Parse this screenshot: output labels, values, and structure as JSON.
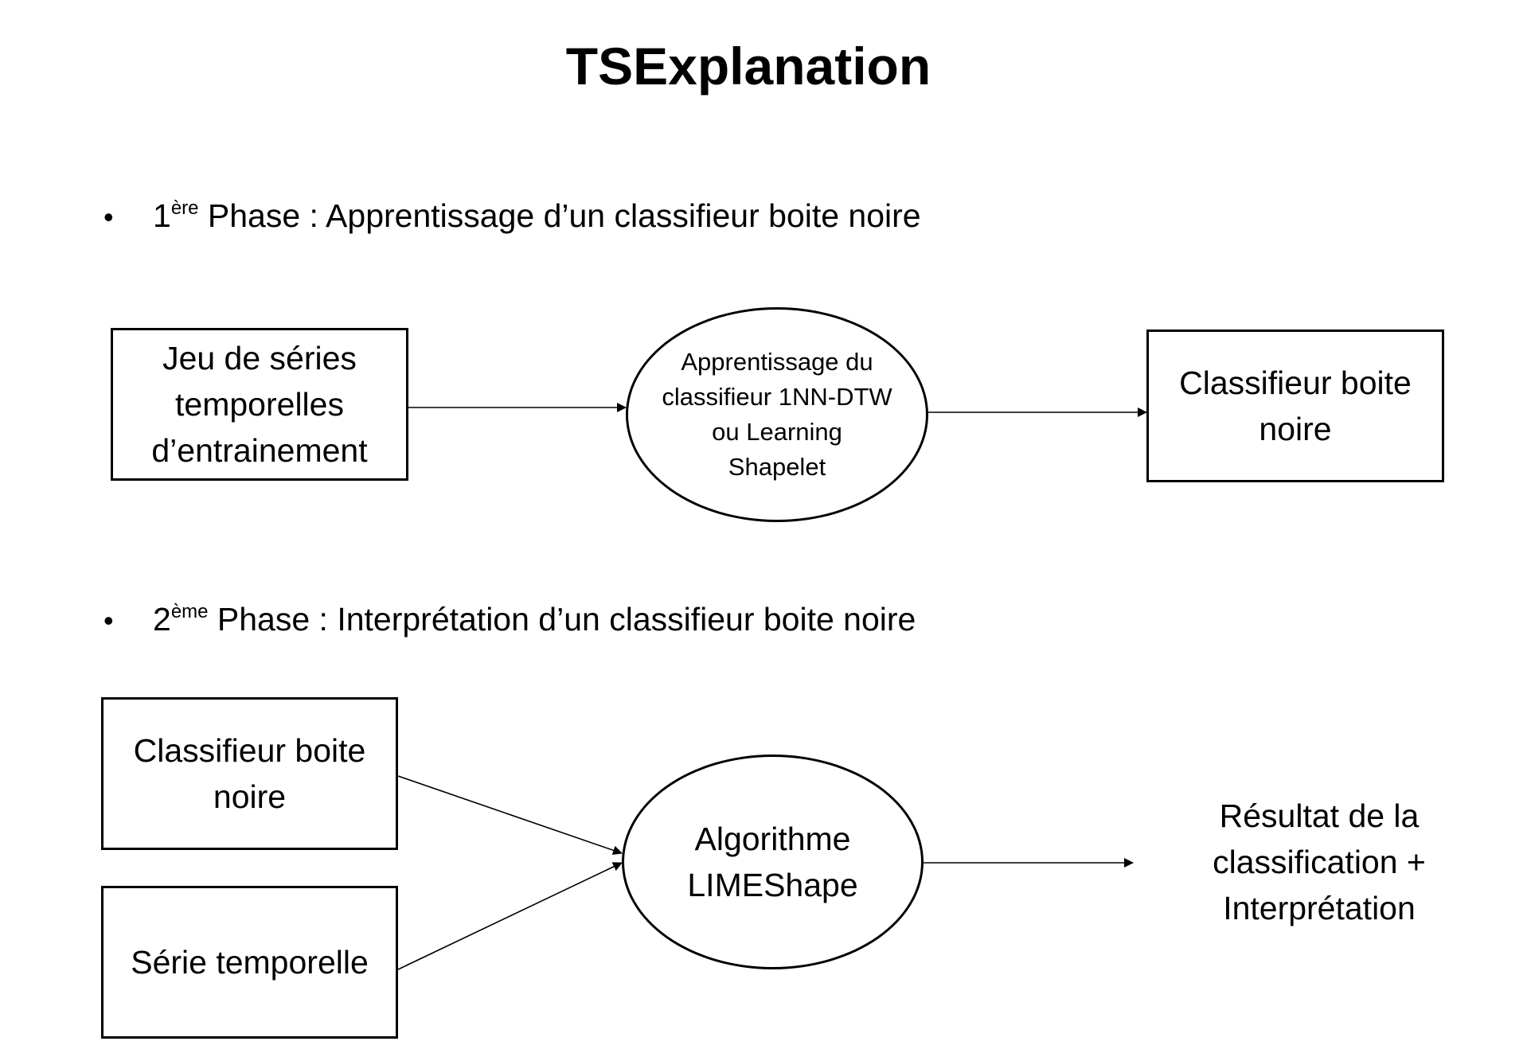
{
  "title": "TSExplanation",
  "phase1": {
    "bullet": "•",
    "number": "1",
    "superscript": "ère",
    "text": " Phase : Apprentissage d’un classifieur boite noire",
    "input_box": "Jeu de séries temporelles d’entrainement",
    "process": "Apprentissage du classifieur 1NN-DTW ou Learning Shapelet",
    "output_box": "Classifieur boite noire"
  },
  "phase2": {
    "bullet": "•",
    "number": "2",
    "superscript": "ème",
    "text": " Phase : Interprétation d’un classifieur boite noire",
    "input_box_1": "Classifieur boite noire",
    "input_box_2": "Série temporelle",
    "process": "Algorithme LIMEShape",
    "output_text": "Résultat de la classification + Interprétation"
  }
}
